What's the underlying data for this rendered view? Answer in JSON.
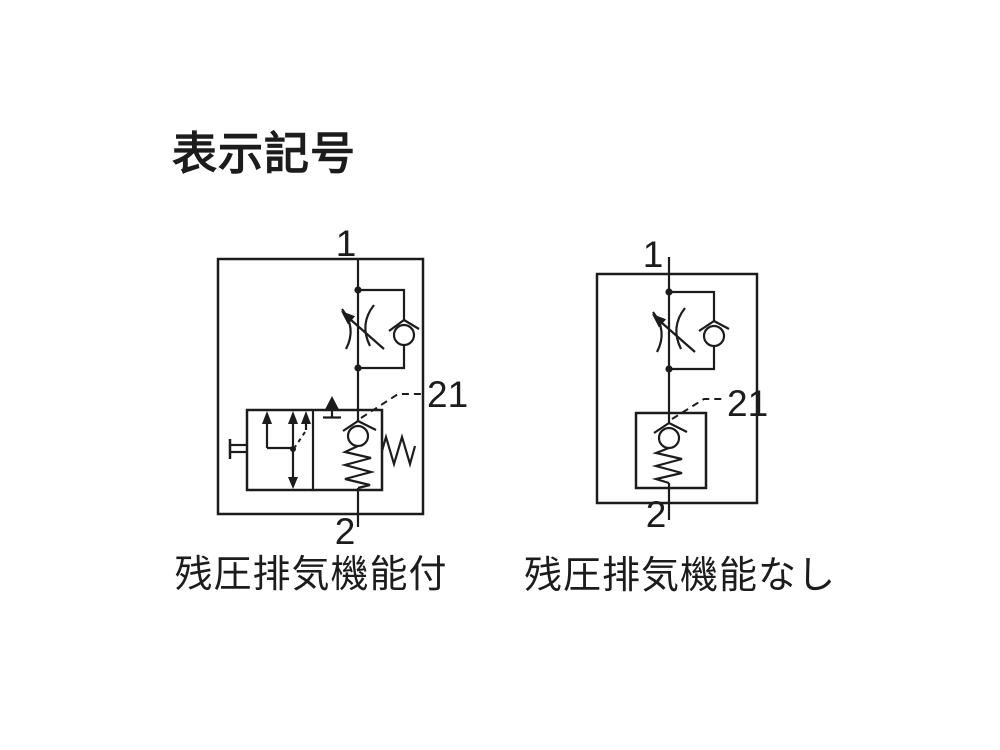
{
  "title": "表示記号",
  "colors": {
    "line": "#1c1c1c",
    "background": "#ffffff"
  },
  "left_diagram": {
    "caption": "残圧排気機能付",
    "port_top": "1",
    "port_bottom": "2",
    "port_pilot": "21",
    "symbols": [
      "enclosure-box",
      "speed-controller-throttle-icon",
      "bypass-check-valve-icon",
      "residual-exhaust-valve-icon",
      "exhaust-vent-icon",
      "manual-override-icon",
      "return-spring-icon",
      "pilot-check-valve-spring-icon",
      "pilot-dashed-line"
    ]
  },
  "right_diagram": {
    "caption": "残圧排気機能なし",
    "port_top": "1",
    "port_bottom": "2",
    "port_pilot": "21",
    "symbols": [
      "enclosure-box",
      "speed-controller-throttle-icon",
      "bypass-check-valve-icon",
      "pilot-check-valve-spring-icon",
      "pilot-dashed-line"
    ]
  }
}
